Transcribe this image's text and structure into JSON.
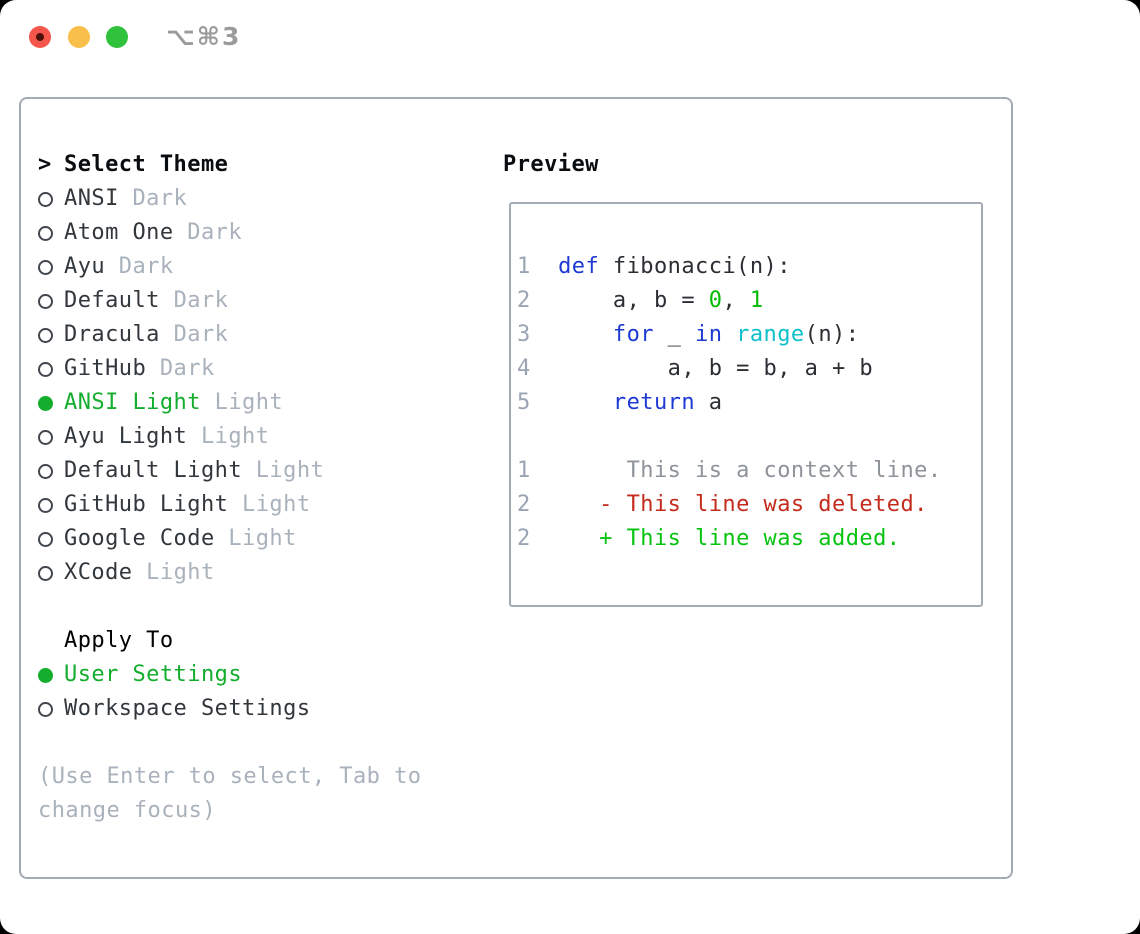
{
  "window": {
    "hotkey": "⌥⌘3",
    "traffic_colors": {
      "close": "#f5564b",
      "minimize": "#f8bf4a",
      "zoom": "#30c13d"
    }
  },
  "colors": {
    "selection_green": "#14ad2e",
    "keyword_blue": "#1e3ad3",
    "builtin_cyan": "#0ec0ca",
    "number_green": "#00bb00",
    "added_green": "#06c310",
    "deleted_red": "#c32b1c",
    "muted_gray": "#a9b2bc",
    "border_gray": "#a3abb5"
  },
  "theme_picker": {
    "prompt": ">",
    "title": "Select Theme",
    "themes": [
      {
        "name": "ANSI",
        "tag": "Dark",
        "selected": false
      },
      {
        "name": "Atom One",
        "tag": "Dark",
        "selected": false
      },
      {
        "name": "Ayu",
        "tag": "Dark",
        "selected": false
      },
      {
        "name": "Default",
        "tag": "Dark",
        "selected": false
      },
      {
        "name": "Dracula",
        "tag": "Dark",
        "selected": false
      },
      {
        "name": "GitHub",
        "tag": "Dark",
        "selected": false
      },
      {
        "name": "ANSI Light",
        "tag": "Light",
        "selected": true
      },
      {
        "name": "Ayu Light",
        "tag": "Light",
        "selected": false
      },
      {
        "name": "Default Light",
        "tag": "Light",
        "selected": false
      },
      {
        "name": "GitHub Light",
        "tag": "Light",
        "selected": false
      },
      {
        "name": "Google Code",
        "tag": "Light",
        "selected": false
      },
      {
        "name": "XCode",
        "tag": "Light",
        "selected": false
      }
    ],
    "apply_to": {
      "title": "Apply To",
      "options": [
        {
          "name": "User Settings",
          "selected": true
        },
        {
          "name": "Workspace Settings",
          "selected": false
        }
      ]
    },
    "hint": "(Use Enter to select, Tab to change focus)"
  },
  "preview": {
    "title": "Preview",
    "code_lines": [
      {
        "num": "1",
        "tokens": [
          [
            "kw",
            "def"
          ],
          [
            "plain",
            " fibonacci(n):"
          ]
        ]
      },
      {
        "num": "2",
        "tokens": [
          [
            "plain",
            "    a, b = "
          ],
          [
            "num",
            "0"
          ],
          [
            "plain",
            ", "
          ],
          [
            "num",
            "1"
          ]
        ]
      },
      {
        "num": "3",
        "tokens": [
          [
            "plain",
            "    "
          ],
          [
            "kw",
            "for"
          ],
          [
            "plain",
            " _ "
          ],
          [
            "kw",
            "in"
          ],
          [
            "plain",
            " "
          ],
          [
            "builtin",
            "range"
          ],
          [
            "plain",
            "(n):"
          ]
        ]
      },
      {
        "num": "4",
        "tokens": [
          [
            "plain",
            "        a, b = b, a + b"
          ]
        ]
      },
      {
        "num": "5",
        "tokens": [
          [
            "plain",
            "    "
          ],
          [
            "kw",
            "return"
          ],
          [
            "plain",
            " a"
          ]
        ]
      }
    ],
    "diff_lines": [
      {
        "num": "1",
        "marker": "",
        "kind": "context",
        "text": "This is a context line."
      },
      {
        "num": "2",
        "marker": "-",
        "kind": "deleted",
        "text": "This line was deleted."
      },
      {
        "num": "2",
        "marker": "+",
        "kind": "added",
        "text": "This line was added."
      }
    ]
  }
}
